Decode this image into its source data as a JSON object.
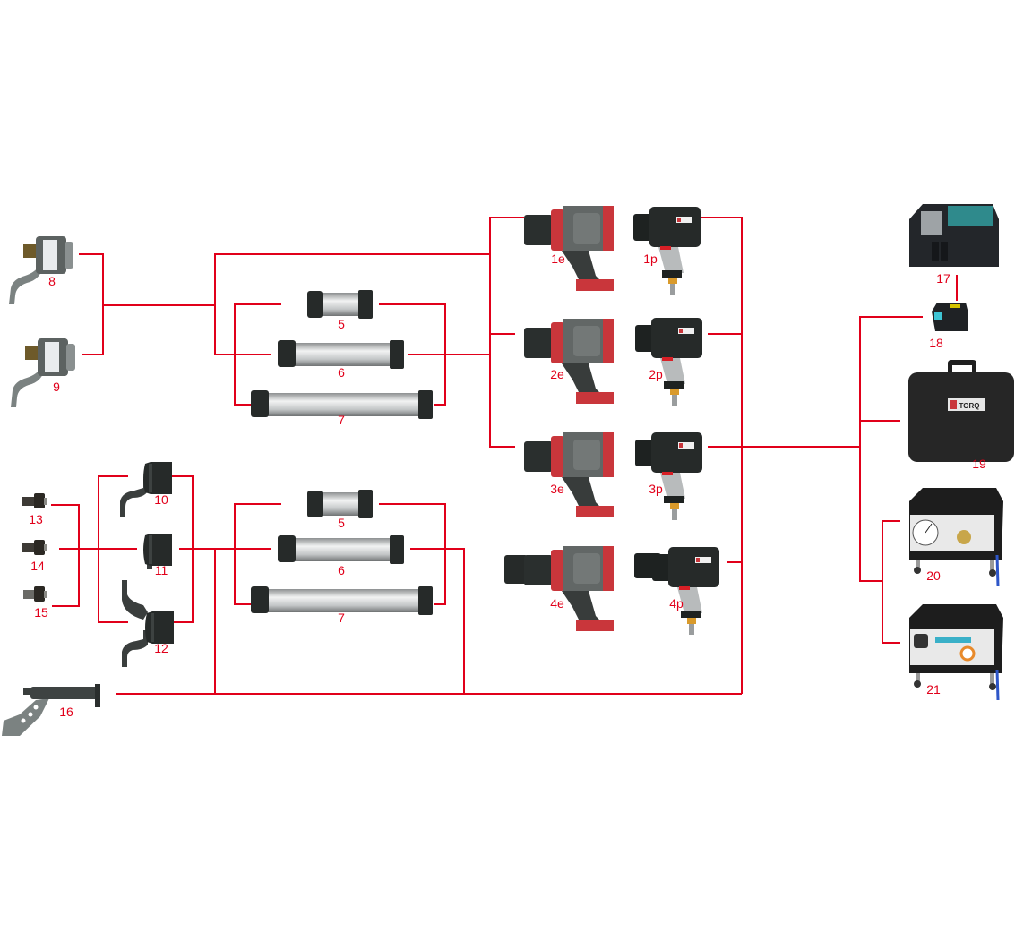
{
  "colors": {
    "line": "#e1001a",
    "label": "#e1001a",
    "tool_red": "#c9363b",
    "tool_dark": "#262a29"
  },
  "labels": {
    "tool_1e": "1e",
    "tool_1p": "1p",
    "tool_2e": "2e",
    "tool_2p": "2p",
    "tool_3e": "3e",
    "tool_3p": "3p",
    "tool_4e": "4e",
    "tool_4p": "4p",
    "ext_5_top": "5",
    "ext_6_top": "6",
    "ext_7_top": "7",
    "ext_5_bottom": "5",
    "ext_6_bottom": "6",
    "ext_7_bottom": "7",
    "reaction_8": "8",
    "reaction_9": "9",
    "reaction_10": "10",
    "reaction_11": "11",
    "reaction_12": "12",
    "adapter_13": "13",
    "adapter_14": "14",
    "adapter_15": "15",
    "reaction_arm_16": "16",
    "charger_17": "17",
    "battery_18": "18",
    "case_19": "19",
    "station_20": "20",
    "station_21": "21"
  },
  "case_logo": "TORQ"
}
